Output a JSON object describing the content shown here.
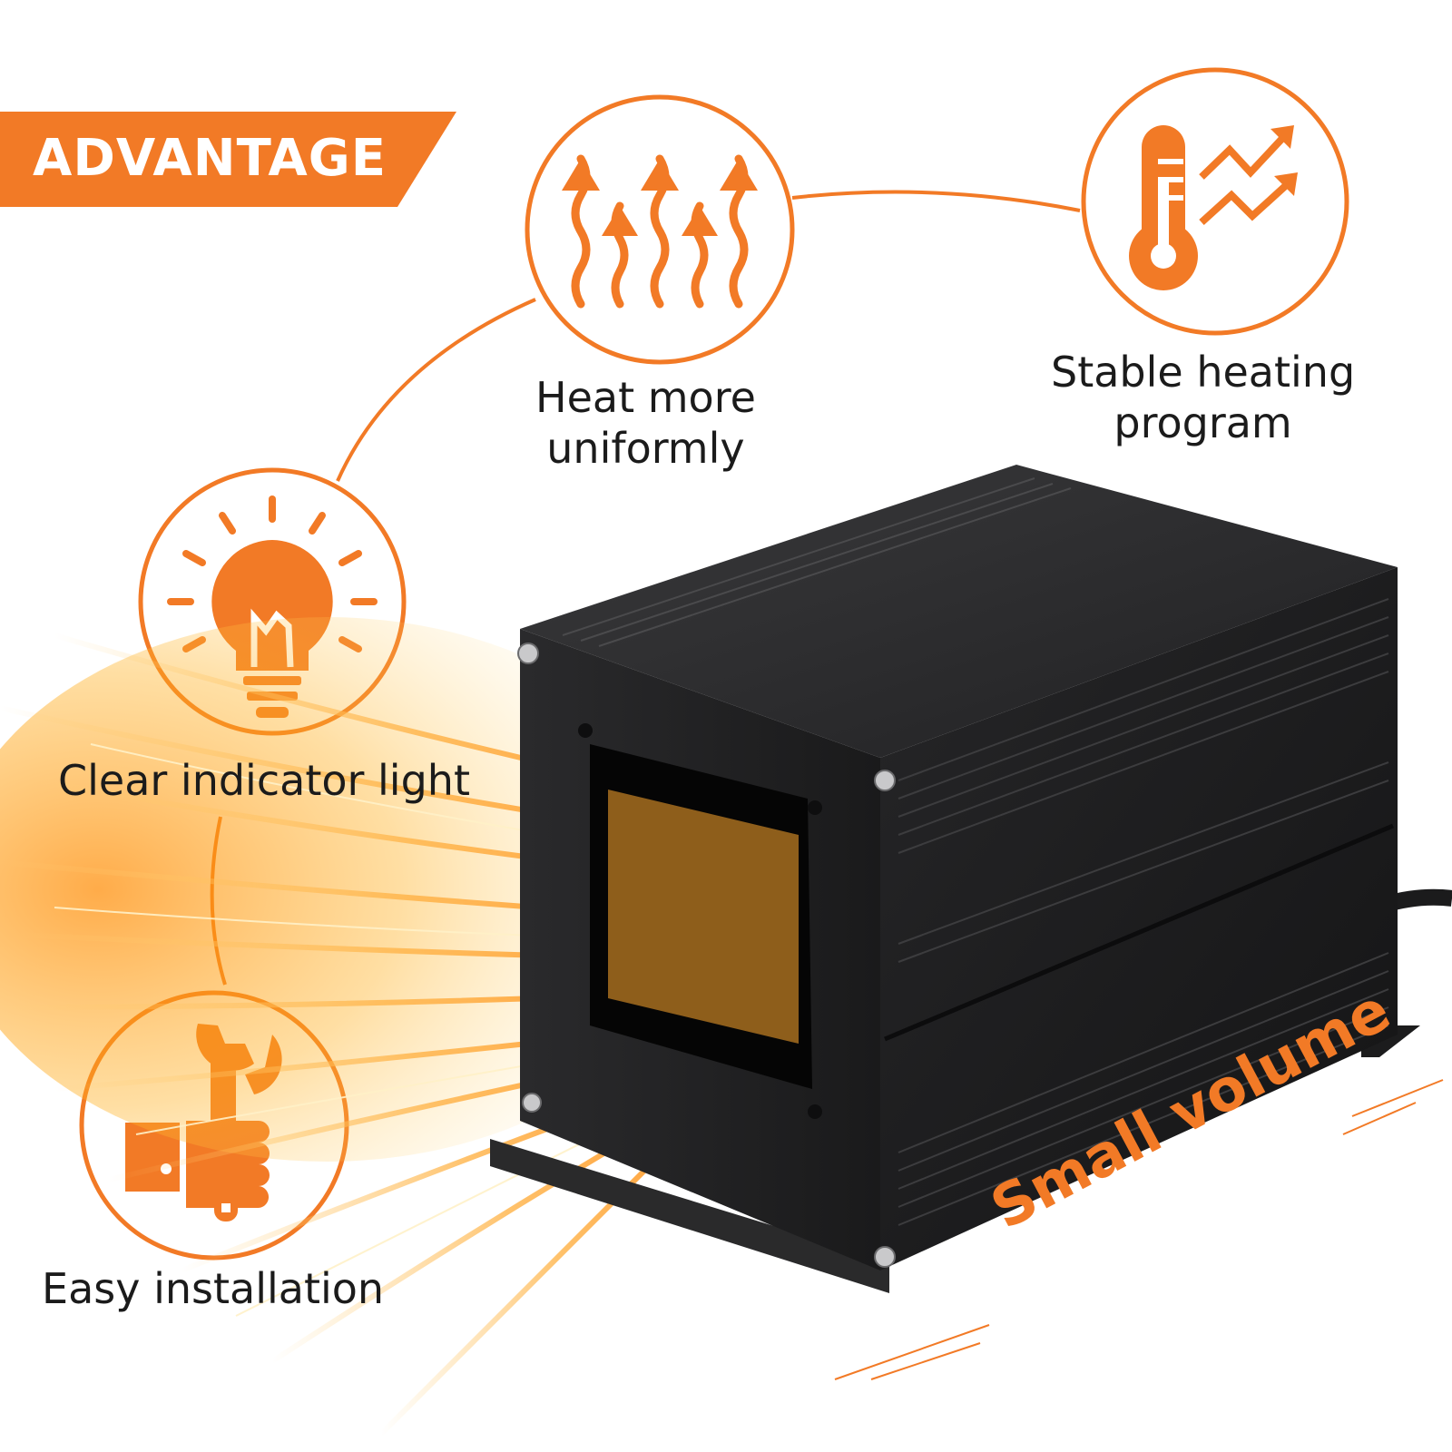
{
  "banner": {
    "text": "ADVANTAGE"
  },
  "features": {
    "heat": {
      "line1": "Heat more",
      "line2": "uniformly",
      "icon": "heat-waves-icon"
    },
    "stable": {
      "line1": "Stable heating",
      "line2": "program",
      "icon": "thermometer-trend-icon"
    },
    "indicator": {
      "text": "Clear indicator light",
      "icon": "light-bulb-icon"
    },
    "installation": {
      "text": "Easy installation",
      "icon": "wrench-hand-icon"
    }
  },
  "tagline": "Small volume",
  "colors": {
    "accent": "#f27a26",
    "product": "#1f1f20",
    "heat_glow": "#ffb020"
  }
}
